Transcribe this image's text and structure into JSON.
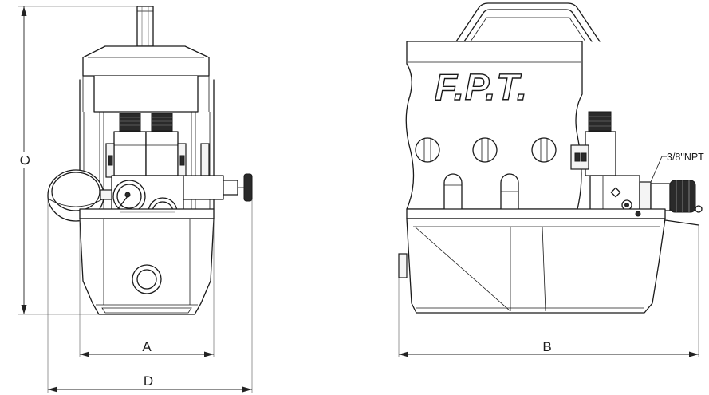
{
  "dimensions": {
    "width_label": "A",
    "length_label": "B",
    "height_label": "C",
    "overall_width_label": "D"
  },
  "callouts": {
    "port_size": "3/8\"NPT"
  },
  "brand": {
    "logo_text": "F.P.T."
  }
}
